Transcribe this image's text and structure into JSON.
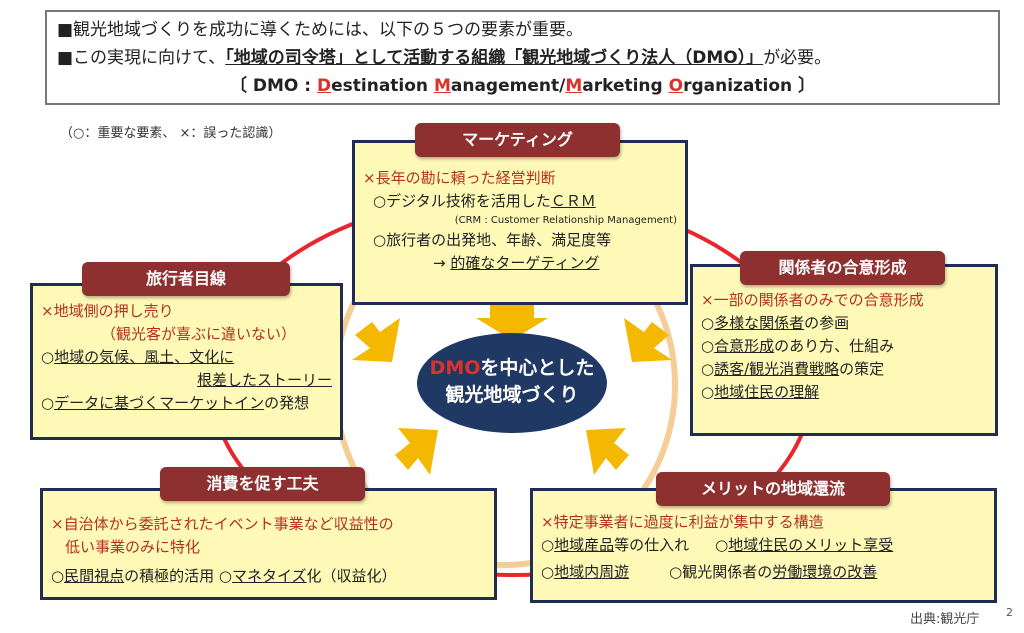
{
  "header": {
    "line1": "■観光地域づくりを成功に導くためには、以下の５つの要素が重要。",
    "line2_pre": "■この実現に向けて、",
    "line2_u": "「地域の司令塔」として活動する組織「観光地域づくり法人（DMO）」",
    "line2_post": "が必要。",
    "dmo_open": "〔 DMO : ",
    "d": "D",
    "d_rest": "estination ",
    "m1": "M",
    "m1_rest": "anagement/",
    "m2": "M",
    "m2_rest": "arketing ",
    "o": "O",
    "o_rest": "rganization ",
    "dmo_close": "〕"
  },
  "legend": "（○：重要な要素、 ×：誤った認識）",
  "center": {
    "dmo": "DMO",
    "line1_rest": "を中心とした",
    "line2": "観光地域づくり"
  },
  "marketing": {
    "title": "マーケティング",
    "bad": "×長年の勘に頼った経営判断",
    "g1_pre": "○デジタル技術を活用した",
    "g1_u": "ＣＲＭ",
    "note": "(CRM : Customer Relationship Management)",
    "g2": "○旅行者の出発地、年齢、満足度等",
    "g3_pre": "→  ",
    "g3_u": "的確なターゲティング"
  },
  "traveler": {
    "title": "旅行者目線",
    "bad1": "×地域側の押し売り",
    "bad2": "（観光客が喜ぶに違いない）",
    "g1_pre": "○",
    "g1_u": "地域の気候、風土、文化に",
    "g1b_u": "根差したストーリー",
    "g2_pre": "○",
    "g2_u": "データに基づくマーケットイン",
    "g2_post": "の発想"
  },
  "stakeholder": {
    "title": "関係者の合意形成",
    "bad": "×一部の関係者のみでの合意形成",
    "g1_u": "多様な関係者",
    "g1_post": "の参画",
    "g2_u": "合意形成",
    "g2_post": "のあり方、仕組み",
    "g3_u": "誘客/観光消費戦略",
    "g3_post": "の策定",
    "g4_u": "地域住民の理解",
    "circle": "○"
  },
  "consumption": {
    "title": "消費を促す工夫",
    "bad1": "×自治体から委託されたイベント事業など収益性の",
    "bad2": "低い事業のみに特化",
    "g1_u": "民間視点",
    "g1_post": "の積極的活用 ",
    "g2_u": "マネタイズ",
    "g2_post": "化（収益化）",
    "circle": "○"
  },
  "merit": {
    "title": "メリットの地域還流",
    "bad": "×特定事業者に過度に利益が集中する構造",
    "g1_u": "地域産品",
    "g1_post": "等の仕入れ",
    "g2_u": "地域住民のメリット享受",
    "g3_u": "地域内周遊",
    "g4_pre": "観光関係者の",
    "g4_u": "労働環境の改善",
    "circle": "○"
  },
  "source": "出典:観光庁",
  "page_number": "2",
  "colors": {
    "title_bg": "#8e3030",
    "box_bg": "#fff9b8",
    "center_bg": "#1f3864",
    "ring": "#e8262b",
    "arrow": "#f5b800"
  }
}
